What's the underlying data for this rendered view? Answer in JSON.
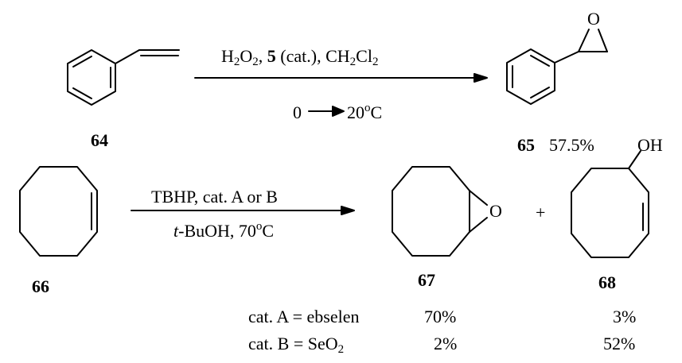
{
  "reaction1": {
    "reactant_label": "64",
    "product_label": "65",
    "product_yield": "57.5%",
    "conditions_top": {
      "h": "H",
      "two_a": "2",
      "o": "O",
      "two_b": "2",
      "sep1": ", ",
      "catalyst": "5",
      "cat_note": " (cat.), CH",
      "two_c": "2",
      "cl": "Cl",
      "two_d": "2"
    },
    "conditions_bottom": {
      "start_temp": "0",
      "end_temp": "20",
      "degree": "o",
      "unit": "C"
    },
    "epoxide_atom": "O"
  },
  "reaction2": {
    "reactant_label": "66",
    "product1_label": "67",
    "product2_label": "68",
    "plus": "+",
    "conditions_top": "TBHP, cat. A or B",
    "conditions_bottom": {
      "solvent_prefix": "t",
      "solvent_rest": "-BuOH, 70",
      "degree": "o",
      "unit": "C"
    },
    "epoxide_atom": "O",
    "hydroxyl": "OH",
    "results": [
      {
        "label": "cat. A = ebselen",
        "sub": "",
        "yield67": "70%",
        "yield68": "3%"
      },
      {
        "label": "cat. B = SeO",
        "sub": "2",
        "yield67": "2%",
        "yield68": "52%"
      }
    ]
  }
}
